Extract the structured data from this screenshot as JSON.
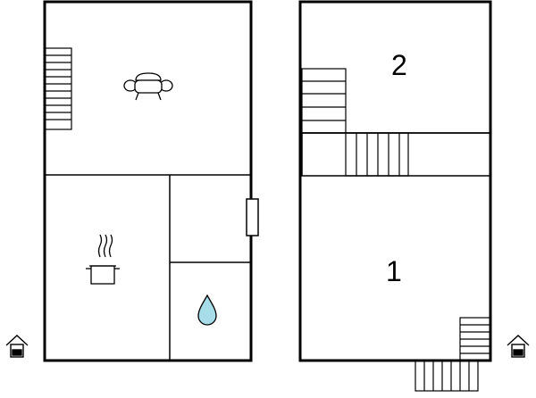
{
  "floors": [
    {
      "rooms": [
        {
          "type": "living",
          "icon": "sofa-icon"
        },
        {
          "type": "kitchen",
          "icon": "cooking-pot-icon"
        },
        {
          "type": "hall"
        },
        {
          "type": "bathroom",
          "icon": "water-drop-icon"
        }
      ],
      "entrance_icon": "house-entrance-icon"
    },
    {
      "rooms": [
        {
          "label": "2"
        },
        {
          "label": "1"
        }
      ],
      "entrance_icon": "house-entrance-icon"
    }
  ],
  "colors": {
    "wall": "#000000",
    "background": "#ffffff",
    "water_drop": "#a6dde8"
  }
}
